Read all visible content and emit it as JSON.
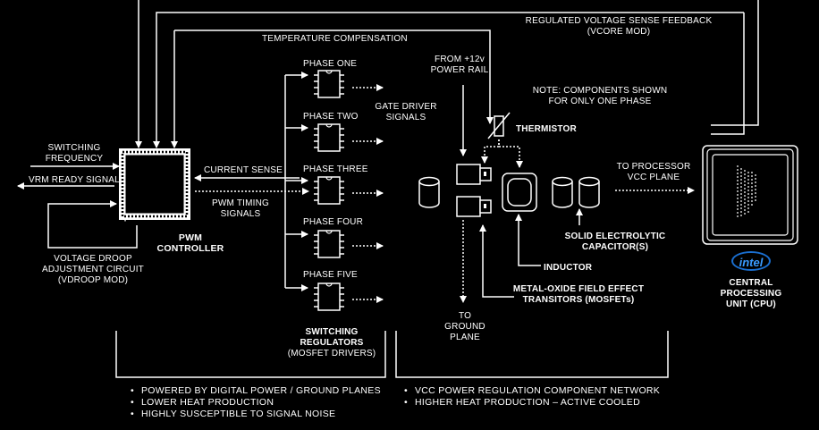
{
  "labels": {
    "switching_frequency": "SWITCHING\nFREQUENCY",
    "vrm_ready": "VRM READY SIGNAL",
    "voltage_droop": "VOLTAGE DROOP\nADJUSTMENT CIRCUIT\n(VDROOP MOD)",
    "pwm_controller": "PWM\nCONTROLLER",
    "current_sense": "CURRENT SENSE",
    "pwm_timing": "PWM TIMING\nSIGNALS",
    "temperature_compensation": "TEMPERATURE COMPENSATION",
    "regulated_voltage": "REGULATED VOLTAGE SENSE FEEDBACK\n(VCORE MOD)",
    "phase_one": "PHASE ONE",
    "phase_two": "PHASE TWO",
    "phase_three": "PHASE THREE",
    "phase_four": "PHASE FOUR",
    "phase_five": "PHASE FIVE",
    "gate_driver": "GATE DRIVER\nSIGNALS",
    "switching_regulators": "SWITCHING\nREGULATORS",
    "mosfet_drivers": "(MOSFET DRIVERS)",
    "from_12v": "FROM +12v\nPOWER RAIL",
    "thermistor": "THERMISTOR",
    "note": "NOTE: COMPONENTS SHOWN\nFOR ONLY ONE PHASE",
    "to_processor": "TO PROCESSOR\nVCC PLANE",
    "solid_cap": "SOLID ELECTROLYTIC\nCAPACITOR(S)",
    "inductor": "INDUCTOR",
    "mosfets": "METAL-OXIDE FIELD EFFECT\nTRANSITORS (MOSFETs)",
    "to_ground": "TO\nGROUND\nPLANE",
    "cpu": "CENTRAL\nPROCESSING\nUNIT (CPU)",
    "intel_logo": "intel"
  },
  "left_bullets": [
    "POWERED BY DIGITAL POWER / GROUND PLANES",
    "LOWER HEAT PRODUCTION",
    "HIGHLY SUSCEPTIBLE TO SIGNAL NOISE"
  ],
  "right_bullets": [
    "VCC POWER REGULATION COMPONENT NETWORK",
    "HIGHER HEAT PRODUCTION – ACTIVE COOLED"
  ],
  "colors": {
    "background": "#000000",
    "line": "#ffffff",
    "intel_blue": "#1a6fd0"
  }
}
